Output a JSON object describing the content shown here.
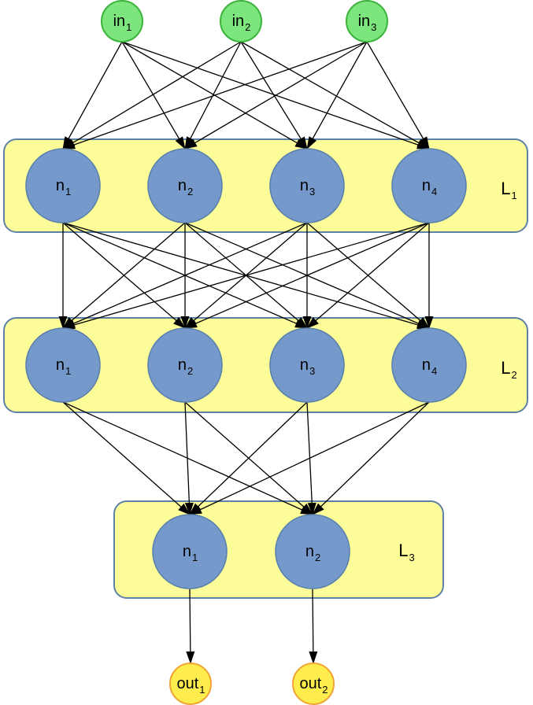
{
  "diagram": {
    "inputs": [
      {
        "base": "in",
        "sub": "1"
      },
      {
        "base": "in",
        "sub": "2"
      },
      {
        "base": "in",
        "sub": "3"
      }
    ],
    "layers": [
      {
        "label_base": "L",
        "label_sub": "1",
        "neurons": [
          {
            "base": "n",
            "sub": "1"
          },
          {
            "base": "n",
            "sub": "2"
          },
          {
            "base": "n",
            "sub": "3"
          },
          {
            "base": "n",
            "sub": "4"
          }
        ]
      },
      {
        "label_base": "L",
        "label_sub": "2",
        "neurons": [
          {
            "base": "n",
            "sub": "1"
          },
          {
            "base": "n",
            "sub": "2"
          },
          {
            "base": "n",
            "sub": "3"
          },
          {
            "base": "n",
            "sub": "4"
          }
        ]
      },
      {
        "label_base": "L",
        "label_sub": "3",
        "neurons": [
          {
            "base": "n",
            "sub": "1"
          },
          {
            "base": "n",
            "sub": "2"
          }
        ]
      }
    ],
    "outputs": [
      {
        "base": "out",
        "sub": "1"
      },
      {
        "base": "out",
        "sub": "2"
      }
    ],
    "colors": {
      "background": "#FFFFFF",
      "layer_fill": "#FCFC99",
      "layer_stroke": "#5E81A8",
      "neuron_fill": "#7599CA",
      "neuron_stroke": "#5B82AD",
      "input_fill": "#7DE57D",
      "input_stroke": "#3CB43C",
      "output_fill": "#FFEC4D",
      "output_stroke": "#F0A432",
      "edge": "#000000"
    }
  }
}
